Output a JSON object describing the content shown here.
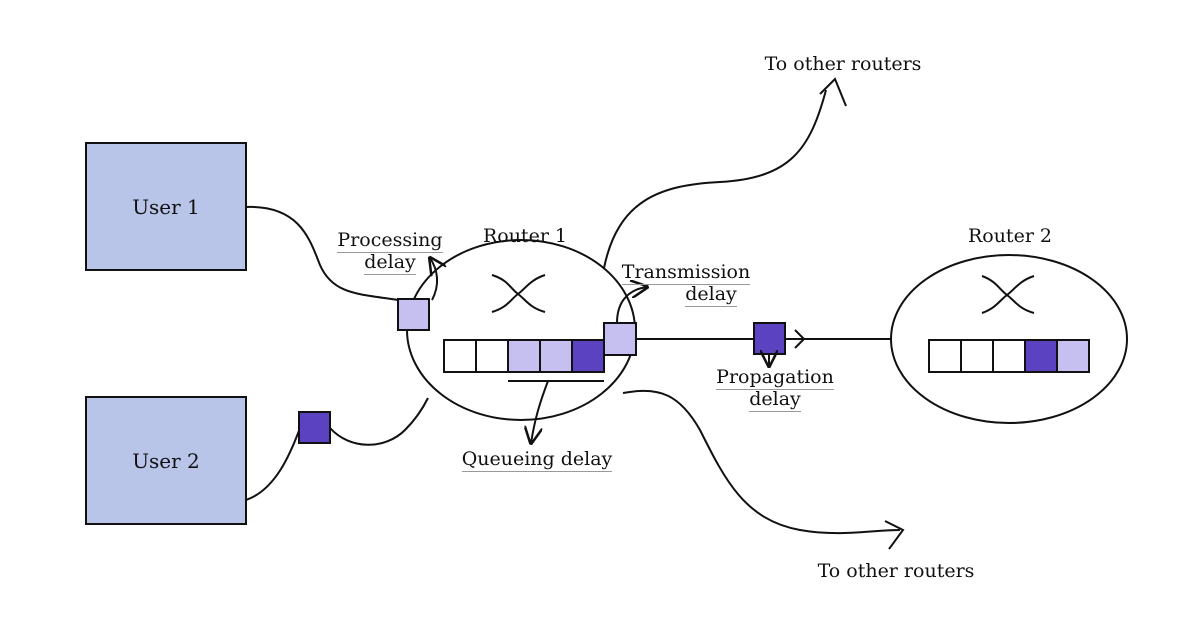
{
  "colors": {
    "user_box": "#b8c4e8",
    "packet_light": "#c6c0f0",
    "packet_dark": "#5a42c0",
    "stroke": "#111111",
    "label_underline": "#9a9a9a"
  },
  "nodes": {
    "user1": "User 1",
    "user2": "User 2",
    "router1": "Router 1",
    "router2": "Router 2"
  },
  "labels": {
    "processing_delay_line1": "Processing",
    "processing_delay_line2": "delay",
    "transmission_delay_line1": "Transmission",
    "transmission_delay_line2": "delay",
    "propagation_delay_line1": "Propagation",
    "propagation_delay_line2": "delay",
    "queueing_delay": "Queueing delay",
    "to_other_routers_top": "To other routers",
    "to_other_routers_bottom": "To other routers"
  },
  "router1_queue": [
    "empty",
    "empty",
    "light",
    "light",
    "dark"
  ],
  "router2_queue": [
    "empty",
    "empty",
    "empty",
    "dark",
    "light"
  ],
  "icons": {
    "router1_switch": "crossed-arrows-icon",
    "router2_switch": "crossed-arrows-icon"
  }
}
